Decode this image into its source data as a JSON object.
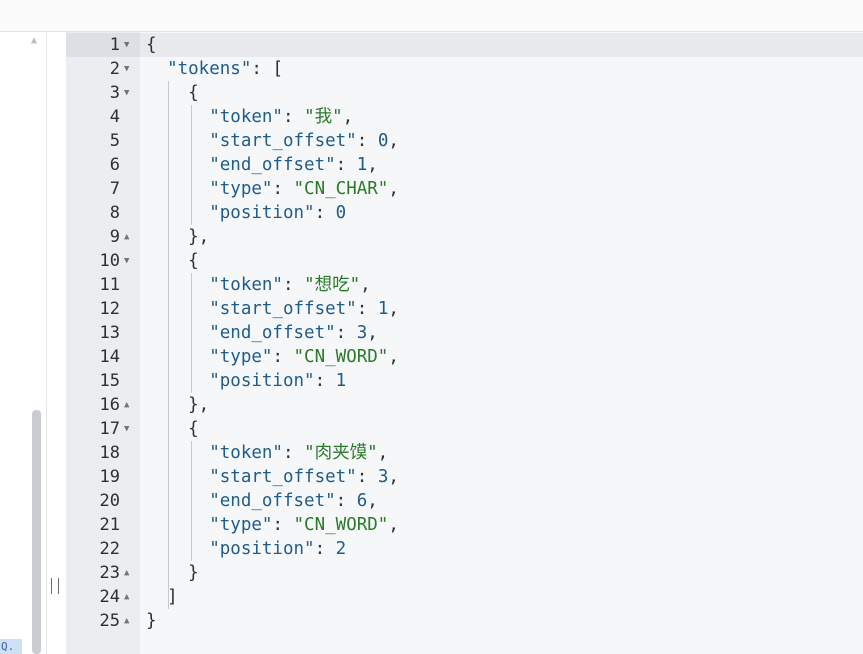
{
  "icons": {
    "scroll_up": "triangle-up-icon",
    "fold_open": "fold-open-icon",
    "fold_closed": "fold-closed-icon",
    "drag_handle": "drag-handle-icon",
    "search": "search-icon"
  },
  "corner_chip": "Q.",
  "lines": [
    {
      "n": "1",
      "fold": "▼",
      "tokens": [
        {
          "t": "p",
          "v": "{"
        }
      ]
    },
    {
      "n": "2",
      "fold": "▼",
      "tokens": [
        {
          "t": "p",
          "v": "  "
        },
        {
          "t": "k",
          "v": "\"tokens\""
        },
        {
          "t": "p",
          "v": ": ["
        }
      ]
    },
    {
      "n": "3",
      "fold": "▼",
      "tokens": [
        {
          "t": "p",
          "v": "    {"
        }
      ]
    },
    {
      "n": "4",
      "fold": "",
      "tokens": [
        {
          "t": "p",
          "v": "      "
        },
        {
          "t": "k",
          "v": "\"token\""
        },
        {
          "t": "p",
          "v": ": "
        },
        {
          "t": "s",
          "v": "\"我\""
        },
        {
          "t": "p",
          "v": ","
        }
      ]
    },
    {
      "n": "5",
      "fold": "",
      "tokens": [
        {
          "t": "p",
          "v": "      "
        },
        {
          "t": "k",
          "v": "\"start_offset\""
        },
        {
          "t": "p",
          "v": ": "
        },
        {
          "t": "n",
          "v": "0"
        },
        {
          "t": "p",
          "v": ","
        }
      ]
    },
    {
      "n": "6",
      "fold": "",
      "tokens": [
        {
          "t": "p",
          "v": "      "
        },
        {
          "t": "k",
          "v": "\"end_offset\""
        },
        {
          "t": "p",
          "v": ": "
        },
        {
          "t": "n",
          "v": "1"
        },
        {
          "t": "p",
          "v": ","
        }
      ]
    },
    {
      "n": "7",
      "fold": "",
      "tokens": [
        {
          "t": "p",
          "v": "      "
        },
        {
          "t": "k",
          "v": "\"type\""
        },
        {
          "t": "p",
          "v": ": "
        },
        {
          "t": "s",
          "v": "\"CN_CHAR\""
        },
        {
          "t": "p",
          "v": ","
        }
      ]
    },
    {
      "n": "8",
      "fold": "",
      "tokens": [
        {
          "t": "p",
          "v": "      "
        },
        {
          "t": "k",
          "v": "\"position\""
        },
        {
          "t": "p",
          "v": ": "
        },
        {
          "t": "n",
          "v": "0"
        }
      ]
    },
    {
      "n": "9",
      "fold": "▲",
      "tokens": [
        {
          "t": "p",
          "v": "    },"
        }
      ]
    },
    {
      "n": "10",
      "fold": "▼",
      "tokens": [
        {
          "t": "p",
          "v": "    {"
        }
      ]
    },
    {
      "n": "11",
      "fold": "",
      "tokens": [
        {
          "t": "p",
          "v": "      "
        },
        {
          "t": "k",
          "v": "\"token\""
        },
        {
          "t": "p",
          "v": ": "
        },
        {
          "t": "s",
          "v": "\"想吃\""
        },
        {
          "t": "p",
          "v": ","
        }
      ]
    },
    {
      "n": "12",
      "fold": "",
      "tokens": [
        {
          "t": "p",
          "v": "      "
        },
        {
          "t": "k",
          "v": "\"start_offset\""
        },
        {
          "t": "p",
          "v": ": "
        },
        {
          "t": "n",
          "v": "1"
        },
        {
          "t": "p",
          "v": ","
        }
      ]
    },
    {
      "n": "13",
      "fold": "",
      "tokens": [
        {
          "t": "p",
          "v": "      "
        },
        {
          "t": "k",
          "v": "\"end_offset\""
        },
        {
          "t": "p",
          "v": ": "
        },
        {
          "t": "n",
          "v": "3"
        },
        {
          "t": "p",
          "v": ","
        }
      ]
    },
    {
      "n": "14",
      "fold": "",
      "tokens": [
        {
          "t": "p",
          "v": "      "
        },
        {
          "t": "k",
          "v": "\"type\""
        },
        {
          "t": "p",
          "v": ": "
        },
        {
          "t": "s",
          "v": "\"CN_WORD\""
        },
        {
          "t": "p",
          "v": ","
        }
      ]
    },
    {
      "n": "15",
      "fold": "",
      "tokens": [
        {
          "t": "p",
          "v": "      "
        },
        {
          "t": "k",
          "v": "\"position\""
        },
        {
          "t": "p",
          "v": ": "
        },
        {
          "t": "n",
          "v": "1"
        }
      ]
    },
    {
      "n": "16",
      "fold": "▲",
      "tokens": [
        {
          "t": "p",
          "v": "    },"
        }
      ]
    },
    {
      "n": "17",
      "fold": "▼",
      "tokens": [
        {
          "t": "p",
          "v": "    {"
        }
      ]
    },
    {
      "n": "18",
      "fold": "",
      "tokens": [
        {
          "t": "p",
          "v": "      "
        },
        {
          "t": "k",
          "v": "\"token\""
        },
        {
          "t": "p",
          "v": ": "
        },
        {
          "t": "s",
          "v": "\"肉夹馍\""
        },
        {
          "t": "p",
          "v": ","
        }
      ]
    },
    {
      "n": "19",
      "fold": "",
      "tokens": [
        {
          "t": "p",
          "v": "      "
        },
        {
          "t": "k",
          "v": "\"start_offset\""
        },
        {
          "t": "p",
          "v": ": "
        },
        {
          "t": "n",
          "v": "3"
        },
        {
          "t": "p",
          "v": ","
        }
      ]
    },
    {
      "n": "20",
      "fold": "",
      "tokens": [
        {
          "t": "p",
          "v": "      "
        },
        {
          "t": "k",
          "v": "\"end_offset\""
        },
        {
          "t": "p",
          "v": ": "
        },
        {
          "t": "n",
          "v": "6"
        },
        {
          "t": "p",
          "v": ","
        }
      ]
    },
    {
      "n": "21",
      "fold": "",
      "tokens": [
        {
          "t": "p",
          "v": "      "
        },
        {
          "t": "k",
          "v": "\"type\""
        },
        {
          "t": "p",
          "v": ": "
        },
        {
          "t": "s",
          "v": "\"CN_WORD\""
        },
        {
          "t": "p",
          "v": ","
        }
      ]
    },
    {
      "n": "22",
      "fold": "",
      "tokens": [
        {
          "t": "p",
          "v": "      "
        },
        {
          "t": "k",
          "v": "\"position\""
        },
        {
          "t": "p",
          "v": ": "
        },
        {
          "t": "n",
          "v": "2"
        }
      ]
    },
    {
      "n": "23",
      "fold": "▲",
      "tokens": [
        {
          "t": "p",
          "v": "    }"
        }
      ]
    },
    {
      "n": "24",
      "fold": "▲",
      "tokens": [
        {
          "t": "p",
          "v": "  ]"
        }
      ]
    },
    {
      "n": "25",
      "fold": "▲",
      "tokens": [
        {
          "t": "p",
          "v": "}"
        }
      ]
    }
  ]
}
